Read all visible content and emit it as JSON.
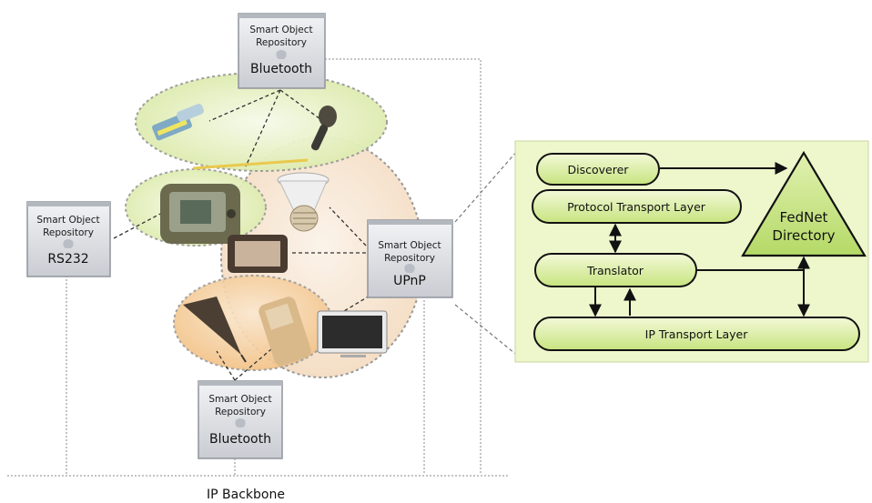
{
  "repositories": {
    "top": {
      "line1": "Smart Object",
      "line2": "Repository",
      "protocol": "Bluetooth"
    },
    "left": {
      "line1": "Smart Object",
      "line2": "Repository",
      "protocol": "RS232"
    },
    "right": {
      "line1": "Smart Object",
      "line2": "Repository",
      "protocol": "UPnP"
    },
    "bottom": {
      "line1": "Smart Object",
      "line2": "Repository",
      "protocol": "Bluetooth"
    }
  },
  "architecture": {
    "discoverer": "Discoverer",
    "protocol_transport": "Protocol Transport Layer",
    "translator": "Translator",
    "ip_transport": "IP Transport Layer",
    "directory_line1": "FedNet",
    "directory_line2": "Directory"
  },
  "backbone": "IP  Backbone",
  "colors": {
    "panel_fill": "#eef6cc",
    "pill_fill": "#dcef9c",
    "triangle_fill": "#c2e27a",
    "repo_fill": "#dadde2",
    "green_cluster": "#e3efb2",
    "orange_cluster": "#f7d3a2",
    "peach_cluster": "#f7e3cc"
  }
}
